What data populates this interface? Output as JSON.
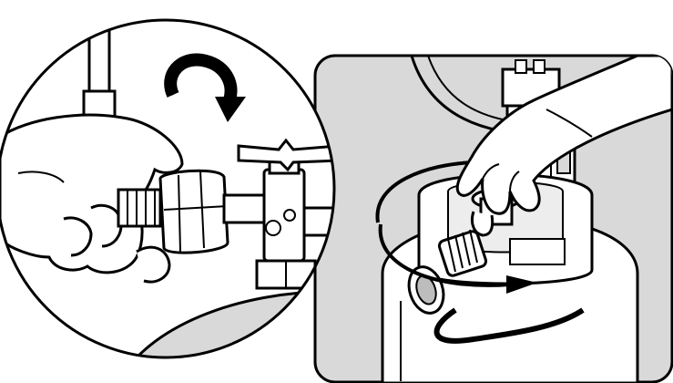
{
  "illustration": {
    "left_panel": {
      "shape": "circle",
      "subject": "regulator-attached-to-valve",
      "arrow_icon": "rotate-clockwise-arrow-icon"
    },
    "right_panel": {
      "shape": "rounded-rectangle",
      "subject": "hand-turning-cylinder-valve",
      "arrow_icon": "circular-arrow-icon"
    },
    "colors": {
      "stroke": "#000000",
      "panel_fill": "#d9d9d9",
      "paper": "#ffffff",
      "shade": "#bdbdbd"
    }
  }
}
